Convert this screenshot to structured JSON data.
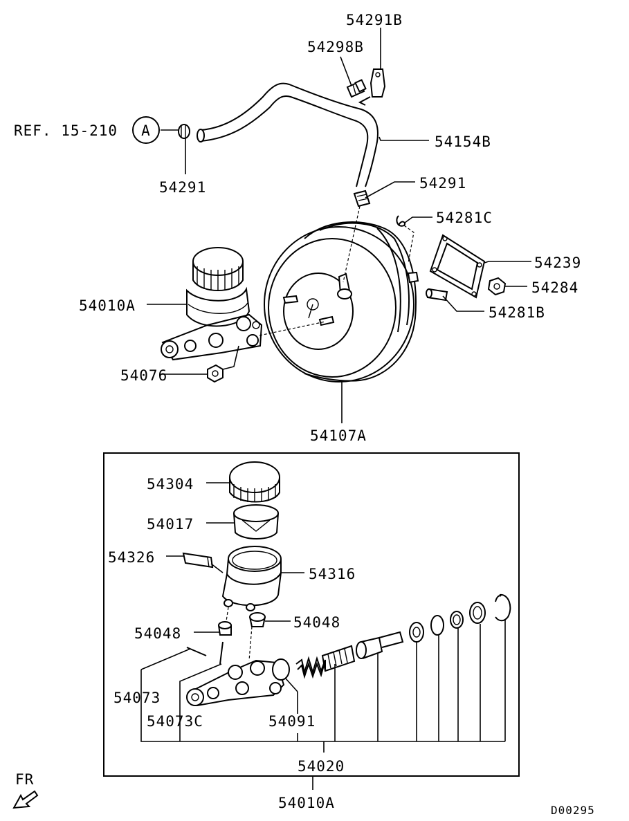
{
  "diagram": {
    "code": "D00295",
    "front_indicator": "FR",
    "ref_text": "REF. 15-210",
    "ref_circle": "A",
    "labels": {
      "p54291B": "54291B",
      "p54298B": "54298B",
      "p54154B": "54154B",
      "p54291_a": "54291",
      "p54291_b": "54291",
      "p54281C": "54281C",
      "p54239": "54239",
      "p54284": "54284",
      "p54281B": "54281B",
      "p54010A_top": "54010A",
      "p54076": "54076",
      "p54107A": "54107A",
      "p54304": "54304",
      "p54017": "54017",
      "p54326": "54326",
      "p54316": "54316",
      "p54048_left": "54048",
      "p54048_right": "54048",
      "p54073": "54073",
      "p54073C": "54073C",
      "p54091": "54091",
      "p54020": "54020",
      "p54010A_bottom": "54010A"
    }
  }
}
